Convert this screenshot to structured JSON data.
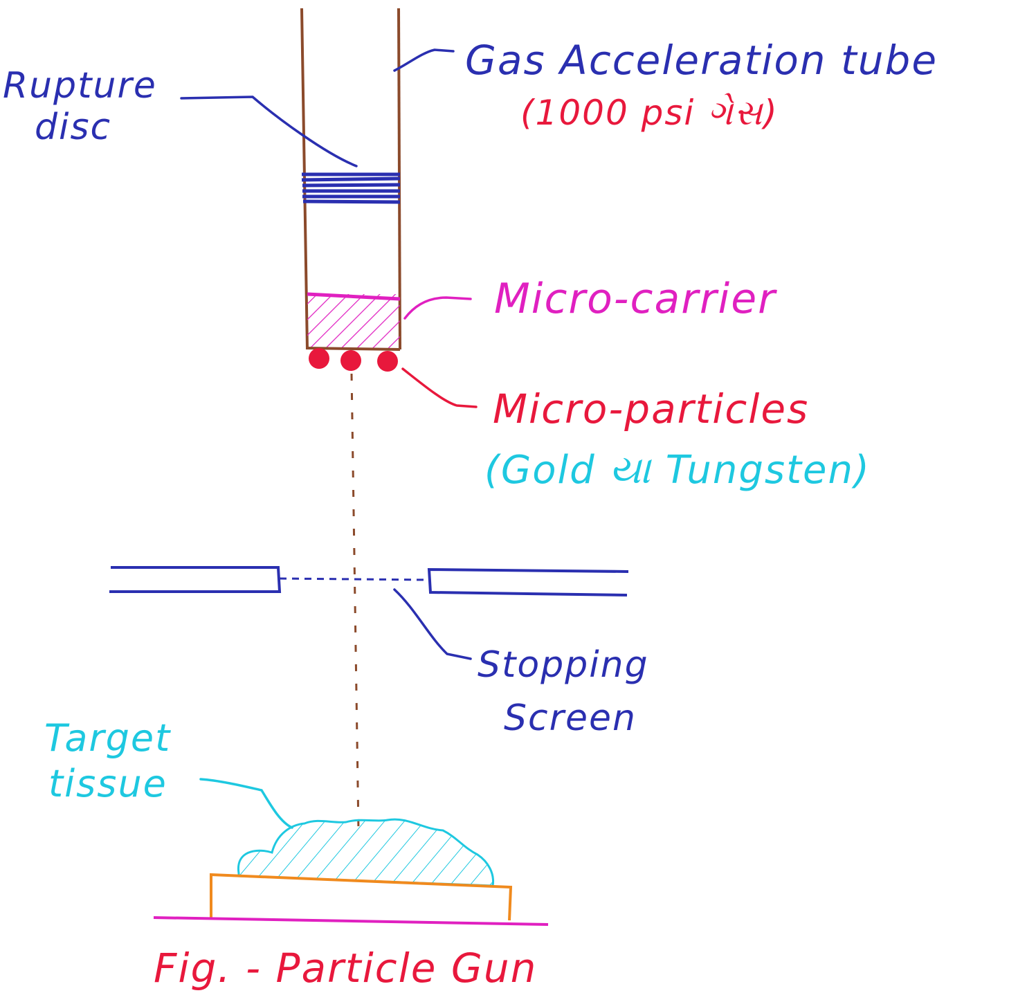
{
  "labels": {
    "gas_tube": "Gas Acceleration tube",
    "pressure": "(1000 psi ગેસ)",
    "rupture_line1": "Rupture",
    "rupture_line2": "disc",
    "micro_carrier": "Micro-carrier",
    "micro_particles": "Micro-particles",
    "particle_material": "(Gold યા Tungsten)",
    "stopping_line1": "Stopping",
    "stopping_line2": "Screen",
    "target_line1": "Target",
    "target_line2": "tissue",
    "caption": "Fig. - Particle Gun"
  },
  "colors": {
    "tube": "#8b4a2b",
    "blue_ink": "#2a2fb0",
    "red_ink": "#e8183c",
    "pink_ink": "#e020c0",
    "cyan_ink": "#1ec8e0",
    "orange_ink": "#f08a1e"
  }
}
